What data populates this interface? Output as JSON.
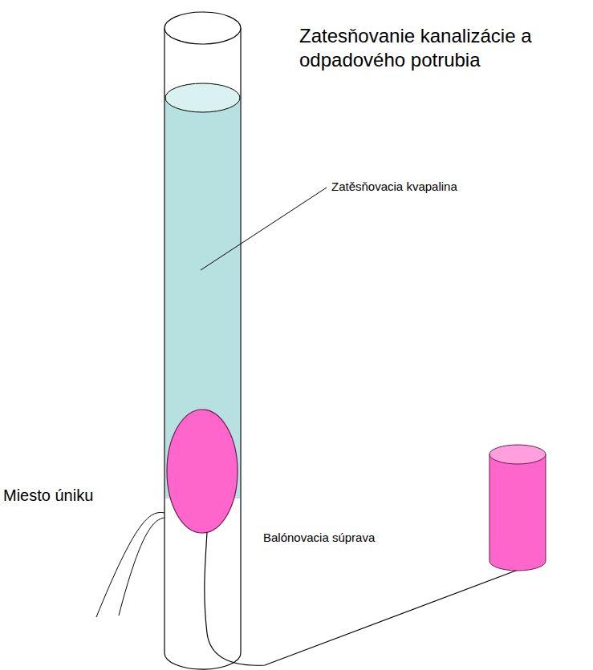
{
  "diagram": {
    "title": "Zatesňovanie kanalizácie a odpadového potrubia",
    "labels": [
      "Zatěsňovacia kvapalina",
      "Miesto úniku",
      "Balónovacia súprava"
    ]
  }
}
